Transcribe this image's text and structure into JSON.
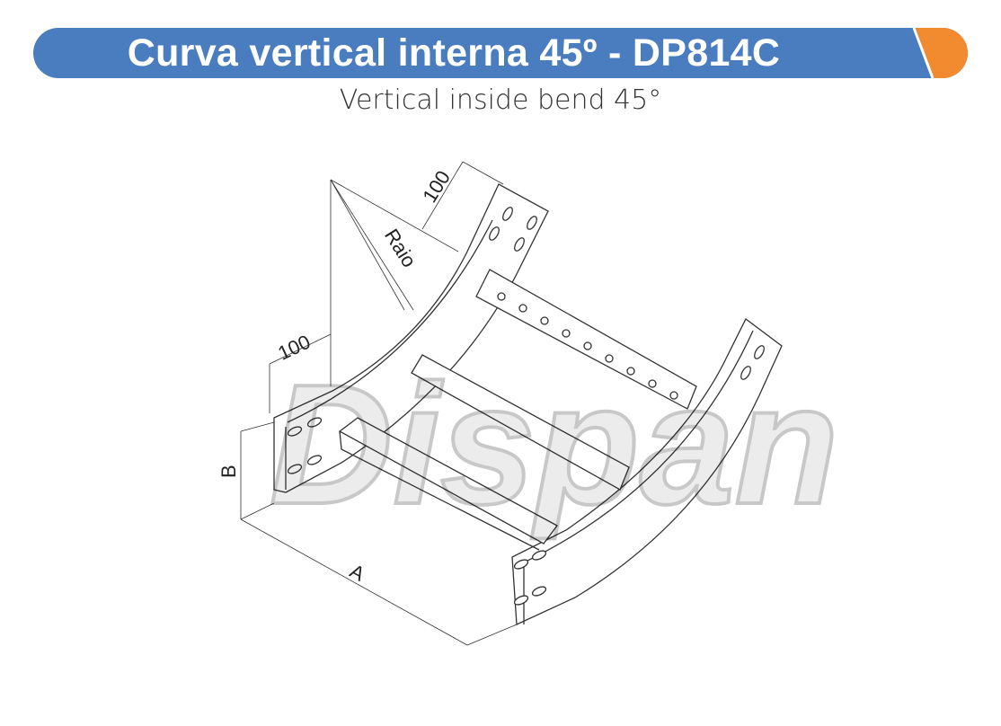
{
  "header": {
    "title": "Curva vertical interna 45º - DP814C",
    "subtitle": "Vertical inside bend 45°",
    "primary_color": "#4a7cc0",
    "accent_color": "#f28a30"
  },
  "diagram": {
    "watermark": "Dispan",
    "dimensions": {
      "top_offset": "100",
      "left_offset": "100",
      "radius": "Raio",
      "height": "B",
      "width": "A"
    }
  }
}
